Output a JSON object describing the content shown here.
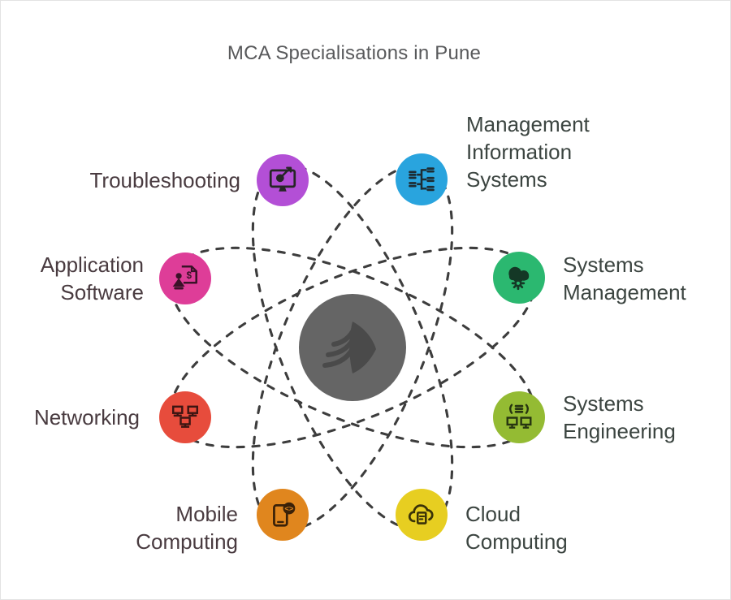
{
  "title": "MCA Specialisations in Pune",
  "center": {
    "logo_icon": "fanned-book-logo",
    "circle_color": "#656565",
    "logo_color": "#4a4a4a"
  },
  "orbit": {
    "line_color": "#3d3d3d",
    "style": "dashed-ellipses"
  },
  "nodes": [
    {
      "id": "troubleshooting",
      "label": "Troubleshooting",
      "color": "#b34fd6",
      "icon": "monitor-dart-icon",
      "side": "left"
    },
    {
      "id": "management-information-systems",
      "label": "Management\nInformation\nSystems",
      "color": "#29a4de",
      "icon": "data-flow-icon",
      "side": "right"
    },
    {
      "id": "application-software",
      "label": "Application\nSoftware",
      "color": "#de3d98",
      "icon": "document-flask-icon",
      "side": "left"
    },
    {
      "id": "systems-management",
      "label": "Systems\nManagement",
      "color": "#2bb870",
      "icon": "cloud-gear-icon",
      "side": "right"
    },
    {
      "id": "networking",
      "label": "Networking",
      "color": "#e74c3c",
      "icon": "workstations-network-icon",
      "side": "left"
    },
    {
      "id": "systems-engineering",
      "label": "Systems\nEngineering",
      "color": "#94bb33",
      "icon": "database-monitors-icon",
      "side": "right"
    },
    {
      "id": "mobile-computing",
      "label": "Mobile\nComputing",
      "color": "#e0861e",
      "icon": "smartphone-code-icon",
      "side": "left"
    },
    {
      "id": "cloud-computing",
      "label": "Cloud\nComputing",
      "color": "#e7ce21",
      "icon": "cloud-document-icon",
      "side": "right"
    }
  ],
  "colors": {
    "background": "#ffffff",
    "title_text": "#58595b",
    "left_label_text": "#493b40",
    "right_label_text": "#3c4541",
    "icon_ink": "#262626"
  }
}
